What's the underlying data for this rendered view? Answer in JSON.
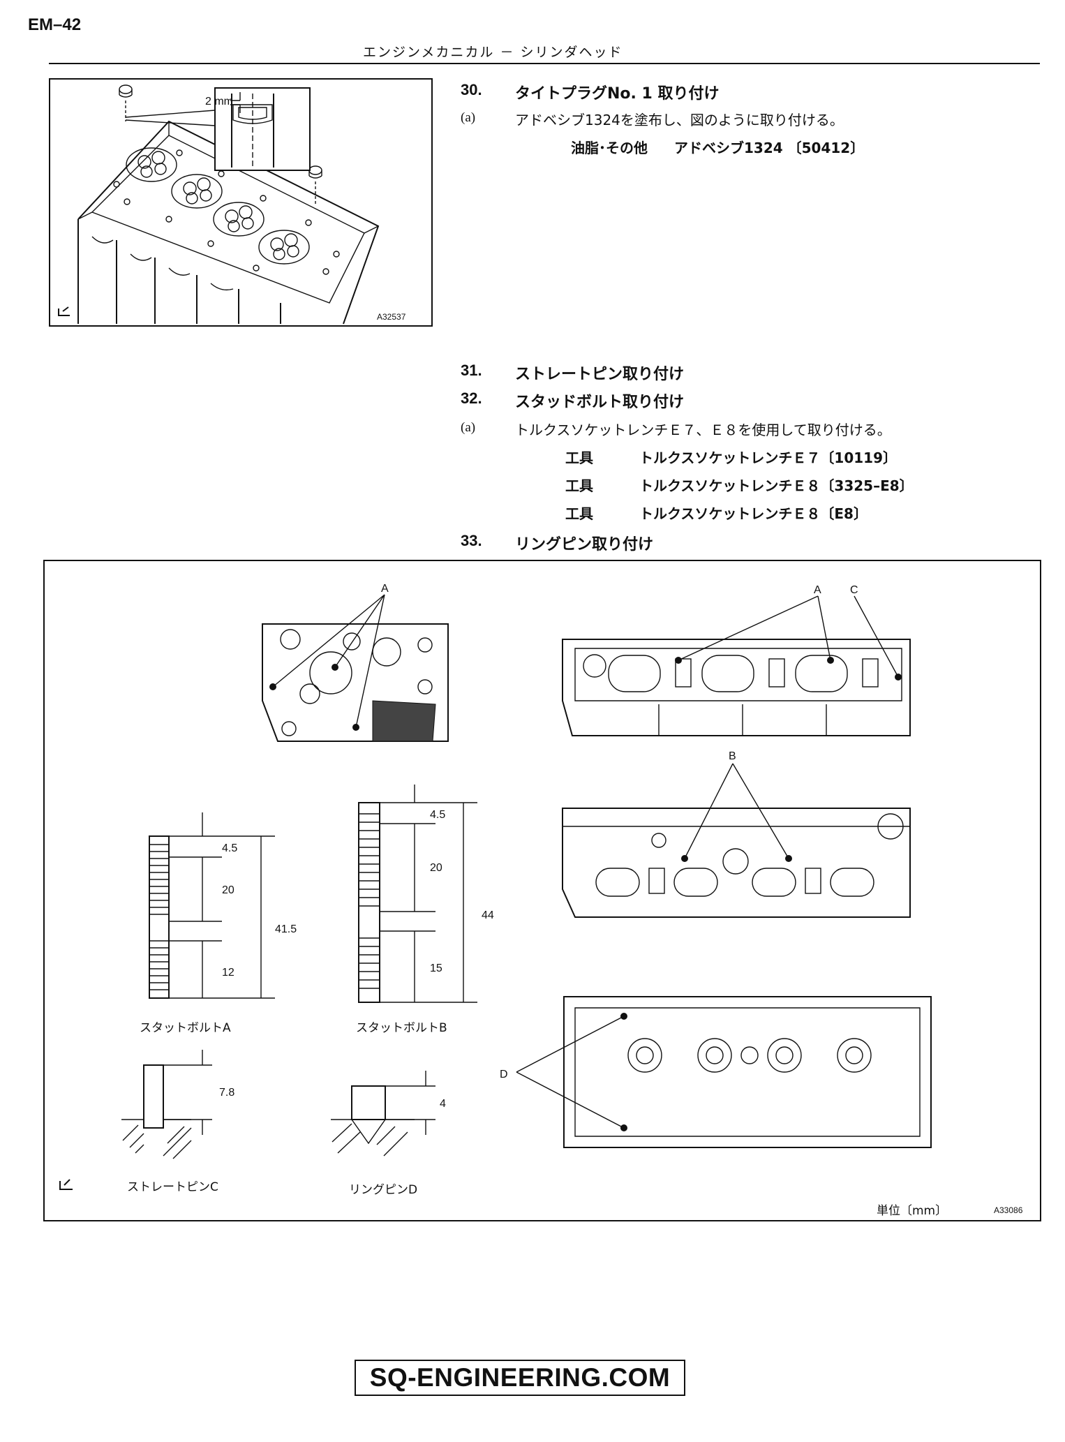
{
  "header": {
    "page_id": "EM–42",
    "title": "エンジンメカニカル － シリンダヘッド"
  },
  "figure1": {
    "dimension": "2 mm",
    "code": "A32537"
  },
  "steps": [
    {
      "number": "30.",
      "title": "タイトプラグNo. 1 取り付け"
    },
    {
      "number": "31.",
      "title": "ストレートピン取り付け"
    },
    {
      "number": "32.",
      "title": "スタッドボルト取り付け"
    },
    {
      "number": "33.",
      "title": "リングピン取り付け"
    }
  ],
  "step30": {
    "sub_label": "(a)",
    "sub_text": "アドベシブ1324を塗布し、図のように取り付ける。",
    "spec_label": "油脂･その他",
    "spec_value": "アドベシブ1324 〔50412〕"
  },
  "step32": {
    "sub_label": "(a)",
    "sub_text": "トルクスソケットレンチＥ７、Ｅ８を使用して取り付ける。",
    "tools": [
      {
        "label": "工具",
        "value": "トルクスソケットレンチＥ７〔10119〕"
      },
      {
        "label": "工具",
        "value": "トルクスソケットレンチＥ８〔3325–E8〕"
      },
      {
        "label": "工具",
        "value": "トルクスソケットレンチＥ８〔E8〕"
      }
    ]
  },
  "figure2": {
    "callout_a": "A",
    "callout_b": "B",
    "callout_c": "C",
    "callout_d": "D",
    "stud_a": {
      "name": "スタットボルトA",
      "d1": "4.5",
      "d2": "20",
      "d3": "12",
      "total": "41.5"
    },
    "stud_b": {
      "name": "スタットボルトB",
      "d1": "4.5",
      "d2": "20",
      "d3": "15",
      "total": "44"
    },
    "pin_c": {
      "name": "ストレートピンC",
      "height": "7.8"
    },
    "pin_d": {
      "name": "リングピンD",
      "height": "4"
    },
    "unit": "単位〔mm〕",
    "code": "A33086"
  },
  "watermark": "SQ-ENGINEERING.COM"
}
